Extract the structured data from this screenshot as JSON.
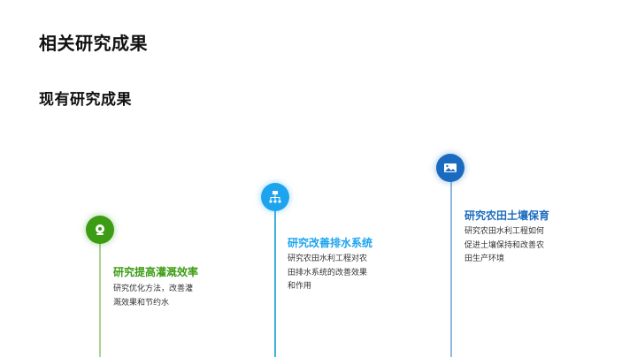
{
  "page": {
    "title": "相关研究成果",
    "subtitle": "现有研究成果"
  },
  "timeline": [
    {
      "icon": "webcam-icon",
      "color": "#3c9c14",
      "line_color": "#a9d38f",
      "title": "研究提高灌溉效率",
      "description": "研究优化方法，改善灌溉效果和节约水"
    },
    {
      "icon": "sitemap-icon",
      "color": "#1ea4ef",
      "line_color": "#3fb3dc",
      "title": "研究改善排水系统",
      "description": "研究农田水利工程对农田排水系统的改善效果和作用"
    },
    {
      "icon": "image-icon",
      "color": "#1a6bbf",
      "line_color": "#8fb8dc",
      "title": "研究农田土壤保育",
      "description": "研究农田水利工程如何促进土壤保持和改善农田生产环境"
    }
  ]
}
